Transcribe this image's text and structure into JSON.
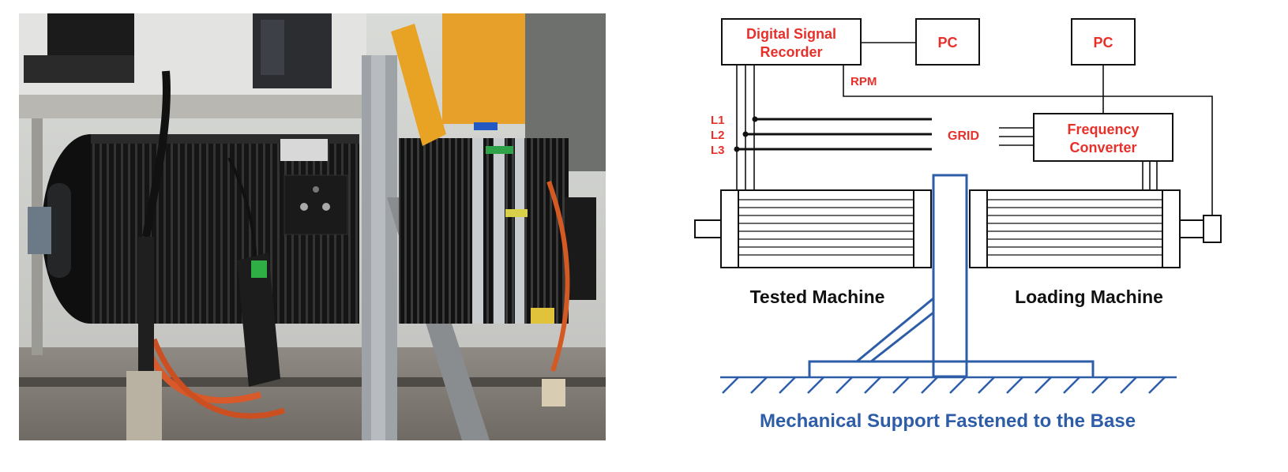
{
  "diagram": {
    "boxes": {
      "recorder_line1": "Digital Signal",
      "recorder_line2": "Recorder",
      "pc_left": "PC",
      "pc_right": "PC",
      "converter_line1": "Frequency",
      "converter_line2": "Converter"
    },
    "labels": {
      "rpm": "RPM",
      "l1": "L1",
      "l2": "L2",
      "l3": "L3",
      "grid": "GRID",
      "tested_machine": "Tested Machine",
      "loading_machine": "Loading Machine",
      "support_caption": "Mechanical Support Fastened to the Base"
    },
    "colors": {
      "label_red": "#e8302a",
      "structure_blue": "#2e5da8",
      "line_black": "#111111"
    }
  },
  "photo": {
    "description_icon": "test-bench-photo"
  }
}
